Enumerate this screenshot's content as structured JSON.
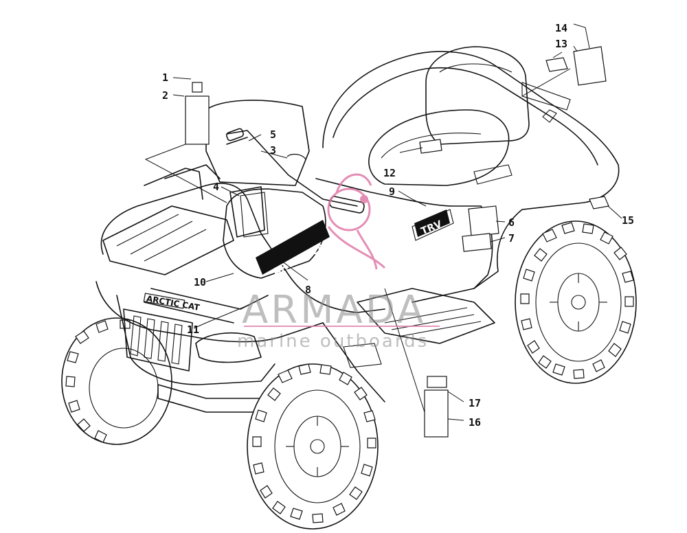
{
  "callouts": [
    {
      "id": "1",
      "label": "1"
    },
    {
      "id": "2",
      "label": "2"
    },
    {
      "id": "3",
      "label": "3"
    },
    {
      "id": "4",
      "label": "4"
    },
    {
      "id": "5",
      "label": "5"
    },
    {
      "id": "6",
      "label": "6"
    },
    {
      "id": "7",
      "label": "7"
    },
    {
      "id": "8",
      "label": "8"
    },
    {
      "id": "9",
      "label": "9"
    },
    {
      "id": "10",
      "label": "10"
    },
    {
      "id": "11",
      "label": "11"
    },
    {
      "id": "12",
      "label": "12"
    },
    {
      "id": "13",
      "label": "13"
    },
    {
      "id": "14",
      "label": "14"
    },
    {
      "id": "15",
      "label": "15"
    },
    {
      "id": "16",
      "label": "16"
    },
    {
      "id": "17",
      "label": "17"
    }
  ],
  "decal_text": {
    "side_badge": "TRV",
    "tank_decal": "ARCTIC CAT",
    "grille_badge": "ARCTIC CAT"
  },
  "watermark": {
    "title": "ARMADA",
    "subtitle": "marine outboards",
    "logo_color": "#e07aa8"
  },
  "colors": {
    "ink": "#111111",
    "paper": "#ffffff",
    "watermark_gray": "#8a8a8a"
  }
}
